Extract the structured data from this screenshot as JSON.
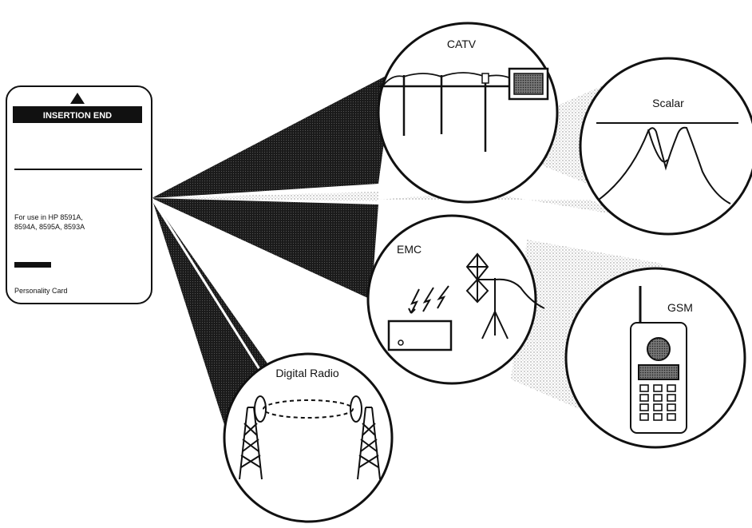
{
  "card": {
    "insertion_label": "INSERTION END",
    "usage_text_line1": "For use in HP 8591A,",
    "usage_text_line2": "8594A, 8595A, 8593A",
    "part_number": "",
    "card_title": "Personality Card"
  },
  "applications": {
    "catv": "CATV",
    "scalar": "Scalar",
    "emc": "EMC",
    "gsm": "GSM",
    "digital_radio": "Digital Radio"
  }
}
